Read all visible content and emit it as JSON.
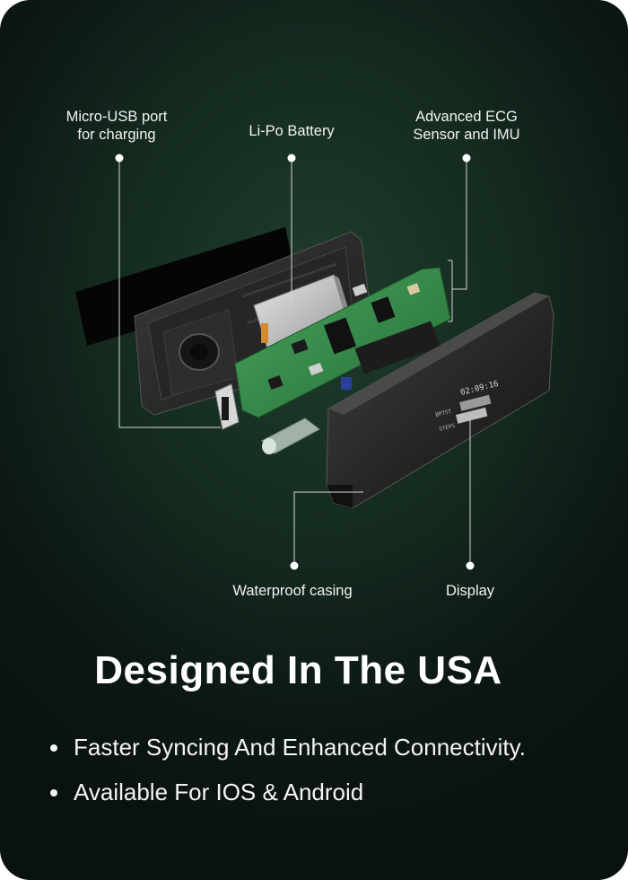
{
  "diagram": {
    "callouts": {
      "micro_usb": "Micro-USB port\nfor charging",
      "battery": "Li-Po Battery",
      "ecg": "Advanced ECG\nSensor and IMU",
      "casing": "Waterproof casing",
      "display": "Display"
    },
    "screen": {
      "time": "02:09:16",
      "row1": "BPTST",
      "row2": "STEPS"
    }
  },
  "headline": "Designed In The USA",
  "bullets": [
    "Faster Syncing And Enhanced Connectivity.",
    "Available For IOS & Android"
  ],
  "colors": {
    "background": "#0d1813",
    "glow": "#1f3d2c",
    "pcb": "#2f8a45",
    "text": "#f2f2f2"
  }
}
